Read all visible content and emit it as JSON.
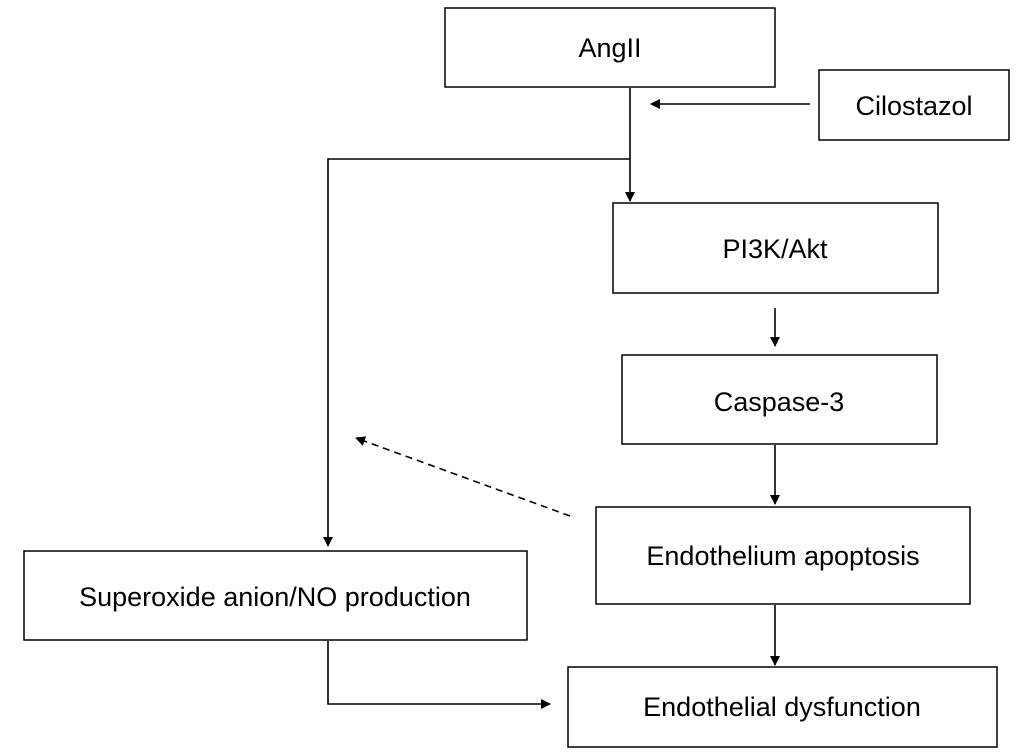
{
  "diagram": {
    "nodes": {
      "angii": {
        "label": "AngII"
      },
      "cilostazol": {
        "label": "Cilostazol"
      },
      "pi3k_akt": {
        "label": "PI3K/Akt"
      },
      "caspase3": {
        "label": "Caspase-3"
      },
      "endothelium_apoptosis": {
        "label": "Endothelium apoptosis"
      },
      "superoxide_no": {
        "label": "Superoxide anion/NO production"
      },
      "endothelial_dysfunction": {
        "label": "Endothelial dysfunction"
      }
    },
    "edges": [
      {
        "from": "cilostazol",
        "to": "angii-pathway",
        "style": "solid"
      },
      {
        "from": "angii",
        "to": "pi3k_akt",
        "style": "solid"
      },
      {
        "from": "angii",
        "to": "superoxide_no",
        "style": "solid"
      },
      {
        "from": "pi3k_akt",
        "to": "caspase3",
        "style": "solid"
      },
      {
        "from": "caspase3",
        "to": "endothelium_apoptosis",
        "style": "solid"
      },
      {
        "from": "endothelium_apoptosis",
        "to": "endothelial_dysfunction",
        "style": "solid"
      },
      {
        "from": "superoxide_no",
        "to": "endothelial_dysfunction",
        "style": "solid"
      },
      {
        "from": "endothelium_apoptosis",
        "to": "superoxide_no",
        "style": "dashed"
      }
    ],
    "colors": {
      "stroke": "#000000",
      "background": "#ffffff"
    }
  }
}
